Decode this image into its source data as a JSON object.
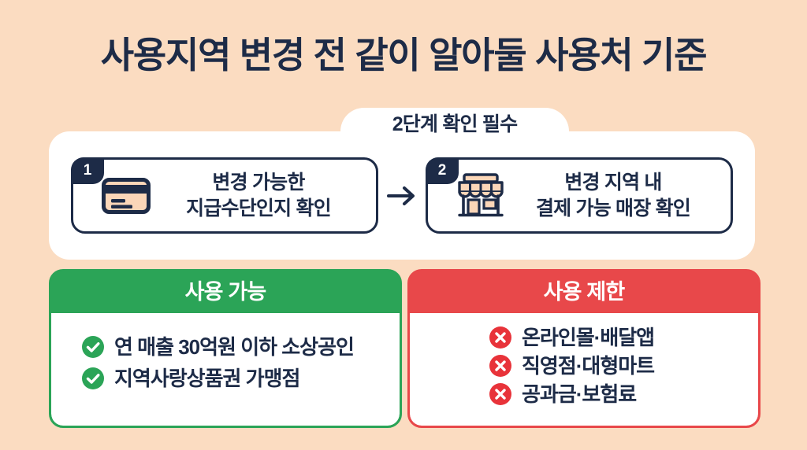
{
  "background_color": "#FBDCC1",
  "title": "사용지역 변경 전 같이 알아둘 사용처 기준",
  "steps_section": {
    "badge_label": "2단계 확인 필수",
    "arrow_icon": "arrow-right-icon",
    "steps": [
      {
        "number": "1",
        "icon": "credit-card-icon",
        "line1": "변경 가능한",
        "line2": "지급수단인지 확인"
      },
      {
        "number": "2",
        "icon": "storefront-icon",
        "line1": "변경 지역 내",
        "line2": "결제 가능 매장 확인"
      }
    ]
  },
  "panels": [
    {
      "id": "allowed",
      "header": "사용 가능",
      "color": "#2BA457",
      "icon": "check-circle-icon",
      "items": [
        "연 매출 30억원 이하 소상공인",
        "지역사랑상품권 가맹점"
      ]
    },
    {
      "id": "restricted",
      "header": "사용 제한",
      "color": "#E8484A",
      "icon": "x-circle-icon",
      "items": [
        "온라인몰·배달앱",
        "직영점·대형마트",
        "공과금·보험료"
      ]
    }
  ],
  "palette": {
    "navy": "#1D2B47",
    "peach_fill": "#FBD6B8",
    "white": "#FFFFFF"
  }
}
